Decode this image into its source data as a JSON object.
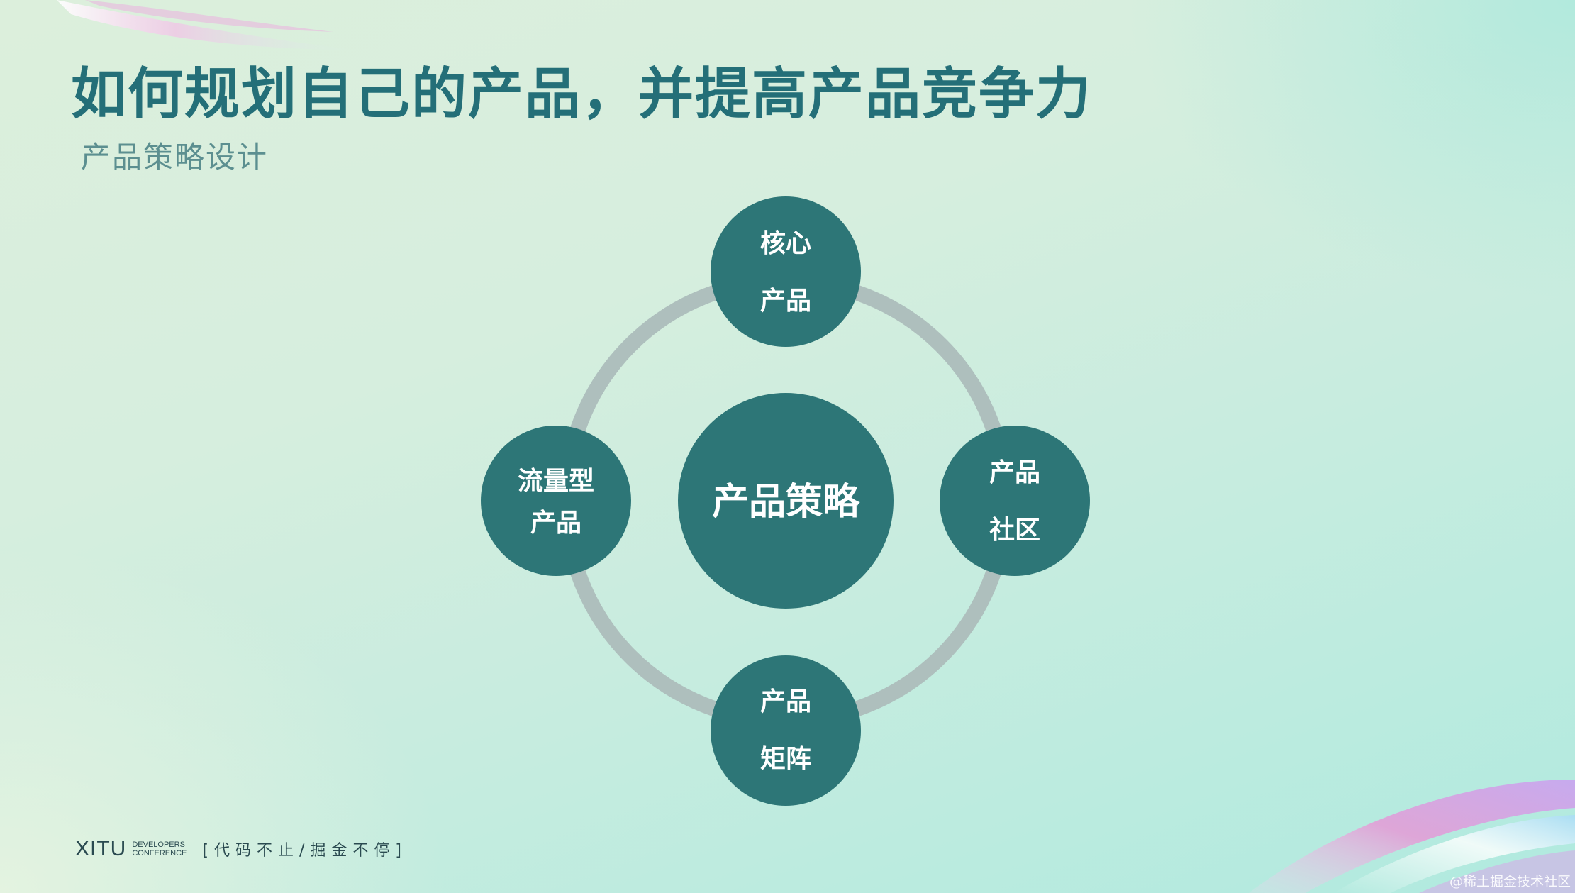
{
  "header": {
    "title": "如何规划自己的产品，并提高产品竞争力",
    "subtitle": "产品策略设计"
  },
  "diagram": {
    "center": "产品策略",
    "nodes": {
      "top": [
        "核心",
        "产品"
      ],
      "right": [
        "产品",
        "社区"
      ],
      "bottom": [
        "产品",
        "矩阵"
      ],
      "left": [
        "流量型",
        "产品"
      ]
    }
  },
  "footer": {
    "brand": "XITU",
    "brand_sub_1": "DEVELOPERS",
    "brand_sub_2": "CONFERENCE",
    "slogan": "[代码不止/掘金不停]"
  },
  "watermark": "@稀土掘金技术社区",
  "colors": {
    "title": "#246f78",
    "node_fill": "#2d7677",
    "ring": "#aebfbd",
    "subtitle": "#5c8f90"
  }
}
